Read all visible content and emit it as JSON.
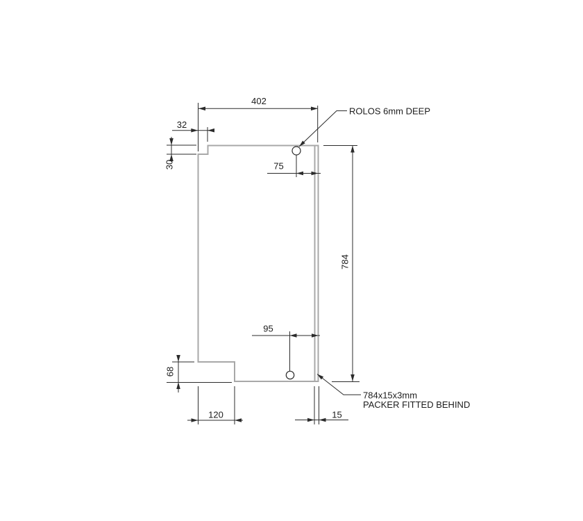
{
  "colors": {
    "background": "#ffffff",
    "panel_outline": "#a8a8a8",
    "dimension_lines": "#2b2b2b",
    "text": "#1c1c1c"
  },
  "dimensions": {
    "overall_width": "402",
    "top_notch_width": "32",
    "top_notch_depth": "30",
    "top_hole_to_edge": "75",
    "overall_height": "784",
    "bottom_hole_to_edge": "95",
    "bottom_notch_depth": "68",
    "bottom_notch_width": "120",
    "packer_thickness": "15"
  },
  "annotations": {
    "rolos_note": "ROLOS 6mm DEEP",
    "packer_note_line1": "784x15x3mm",
    "packer_note_line2": "PACKER FITTED BEHIND"
  }
}
